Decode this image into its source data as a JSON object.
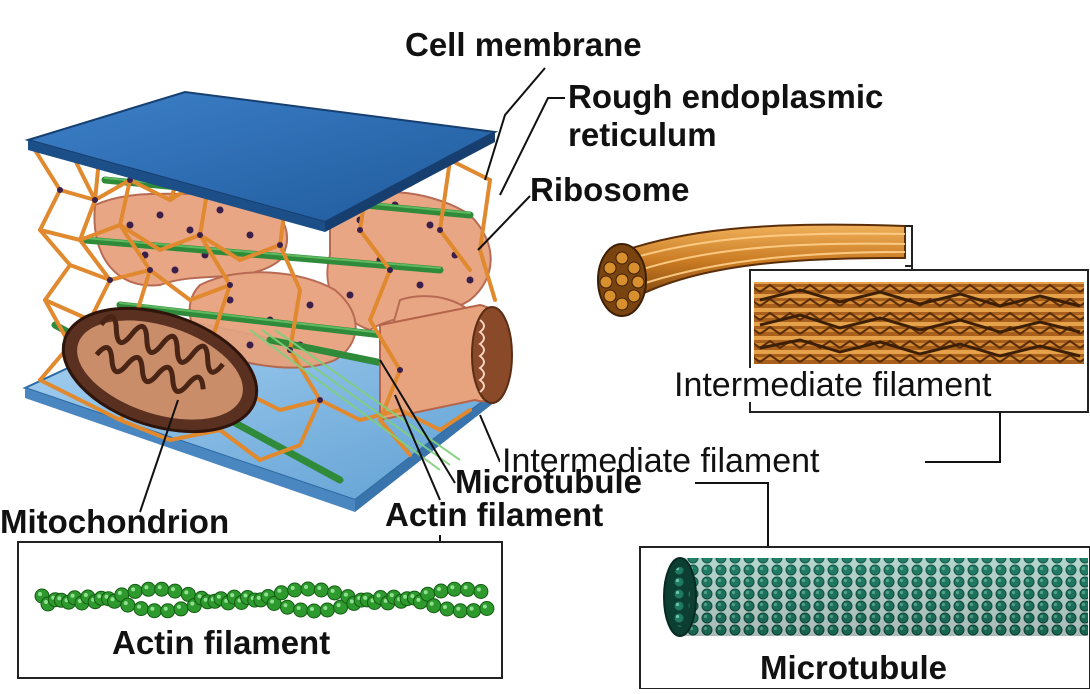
{
  "labels": {
    "cell_membrane": "Cell membrane",
    "rough_er": "Rough endoplasmic\nreticulum",
    "rough_er_line1": "Rough endoplasmic",
    "rough_er_line2": "reticulum",
    "ribosome": "Ribosome",
    "intermediate_filament_inset": "Intermediate filament",
    "intermediate_filament": "Intermediate filament",
    "microtubule": "Microtubule",
    "actin_filament": "Actin filament",
    "mitochondrion": "Mitochondrion",
    "actin_filament_inset": "Actin filament",
    "microtubule_inset": "Microtubule"
  },
  "colors": {
    "membrane_top": "#2f6fb5",
    "membrane_bottom": "#7ab3e0",
    "cytoskeleton": "#e0892f",
    "er": "#e7a27e",
    "ribosome": "#3a1f4a",
    "microtubule": "#2f8a3a",
    "mitochondrion": "#5a3020",
    "actin": "#2e9a2e",
    "microtubule_inset": "#17604f",
    "intermediate_filament": "#c97a22"
  },
  "icons": {
    "cell_block": "cytoskeleton-cell-illustration-icon",
    "intermediate_rope": "intermediate-filament-rope-icon",
    "actin_strand": "actin-bead-chain-icon",
    "microtubule_tube": "microtubule-cylinder-icon"
  }
}
